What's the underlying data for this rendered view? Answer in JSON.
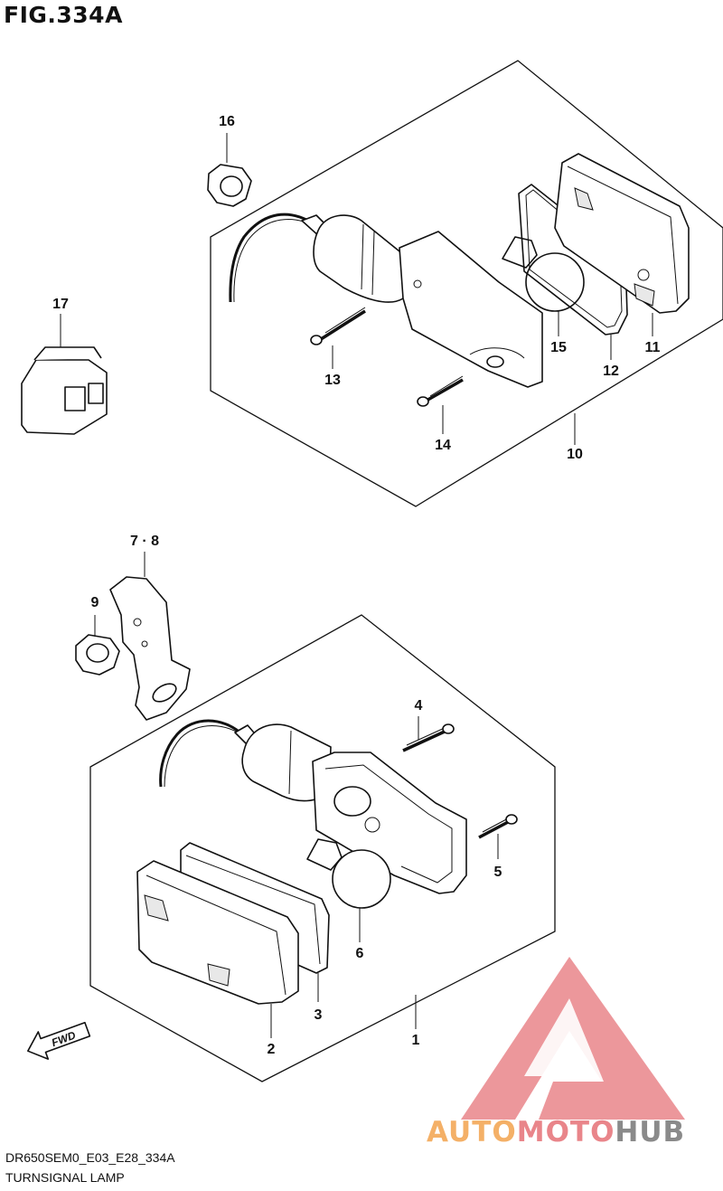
{
  "figure_title": "FIG.334A",
  "drawing_code": "DR650SEM0_E03_E28_334A",
  "caption": "TURNSIGNAL LAMP",
  "fwd_label": "FWD",
  "watermark": {
    "part1": "AUTO",
    "part2": "MOTO",
    "part3": "HUB",
    "colors": {
      "auto": "#f4b067",
      "moto": "#e9858a",
      "hub": "#8a8a8a",
      "triangle": "#e9858a"
    }
  },
  "callouts": {
    "c1": "1",
    "c2": "2",
    "c3": "3",
    "c4": "4",
    "c5": "5",
    "c6": "6",
    "c78": "7 · 8",
    "c9": "9",
    "c10": "10",
    "c11": "11",
    "c12": "12",
    "c13": "13",
    "c14": "14",
    "c15": "15",
    "c16": "16",
    "c17": "17"
  }
}
